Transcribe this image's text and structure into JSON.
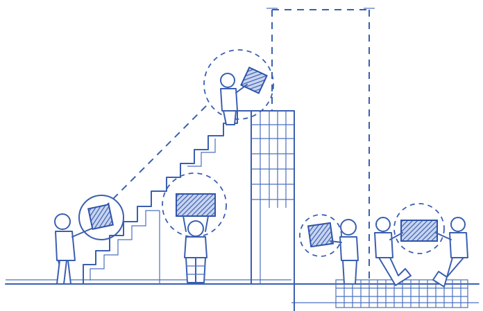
{
  "illustration": {
    "ink_color": "#3a5fb0",
    "background_color": "#ffffff",
    "figures": [
      {
        "name": "person-handing-box"
      },
      {
        "name": "person-receiving-box-top"
      },
      {
        "name": "person-lifting-box-overhead"
      },
      {
        "name": "person-holding-box-right"
      },
      {
        "name": "pair-carrying-box"
      }
    ]
  }
}
